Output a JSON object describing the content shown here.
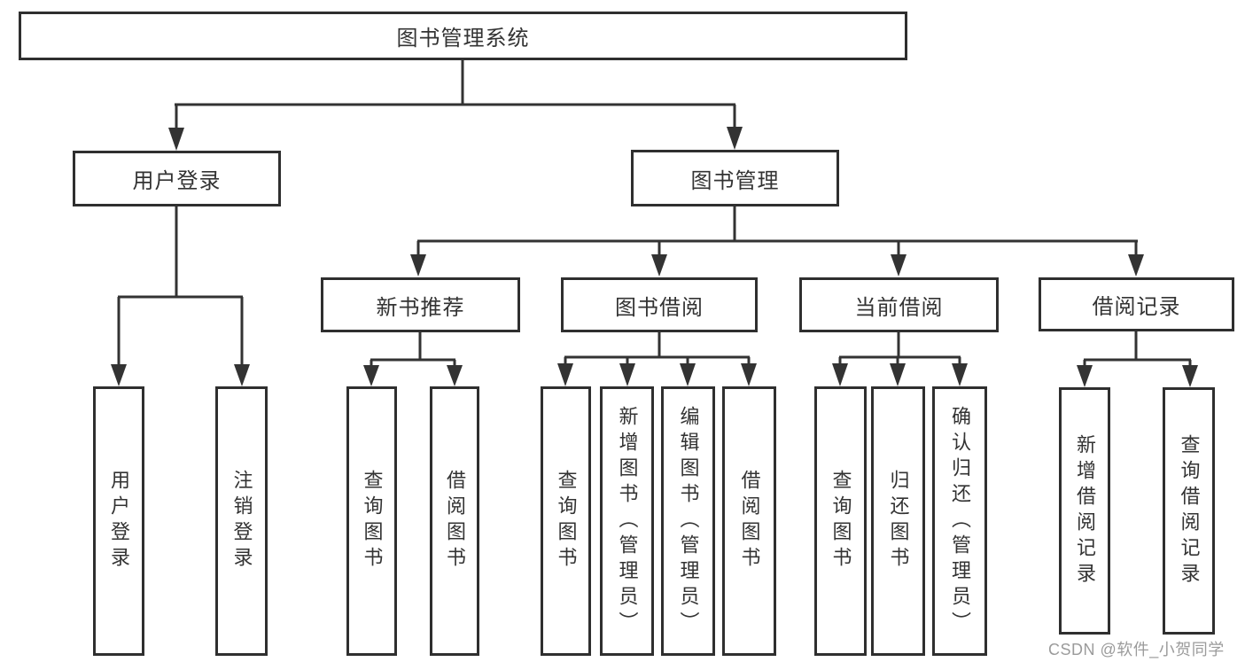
{
  "diagram": {
    "root": {
      "label": "图书管理系统"
    },
    "level2": {
      "user_login": {
        "label": "用户登录"
      },
      "book_management": {
        "label": "图书管理"
      }
    },
    "level3": {
      "new_book_recommend": {
        "label": "新书推荐"
      },
      "book_borrow": {
        "label": "图书借阅"
      },
      "current_borrow": {
        "label": "当前借阅"
      },
      "borrow_records": {
        "label": "借阅记录"
      }
    },
    "leaves": {
      "user_login": [
        "用户登录",
        "注销登录"
      ],
      "new_book_recommend": [
        "查询图书",
        "借阅图书"
      ],
      "book_borrow": [
        "查询图书",
        "新增图书（管理员）",
        "编辑图书（管理员）",
        "借阅图书"
      ],
      "current_borrow": [
        "查询图书",
        "归还图书",
        "确认归还（管理员）"
      ],
      "borrow_records": [
        "新增借阅记录",
        "查询借阅记录"
      ]
    }
  },
  "watermark": "CSDN @软件_小贺同学",
  "colors": {
    "line": "#333333",
    "border": "#2f2f2f",
    "text": "#333333",
    "watermark_text": "#9b9b9b",
    "background": "#ffffff"
  }
}
